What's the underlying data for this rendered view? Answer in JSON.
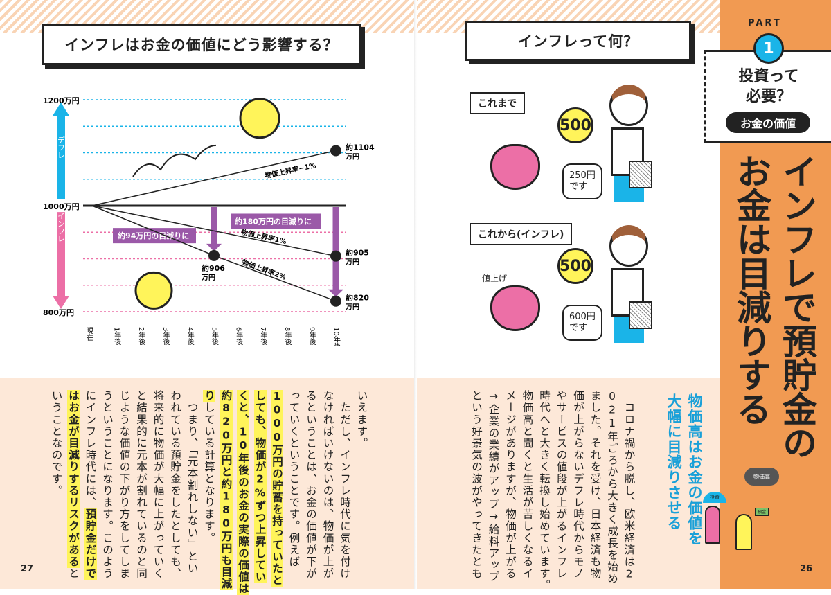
{
  "left_page": {
    "header": "インフレはお金の価値にどう影響する？",
    "page_number": "27",
    "body_columns": [
      [
        {
          "t": "いえます。"
        }
      ],
      [
        {
          "t": "　ただし、インフレ時代に気を付け"
        }
      ],
      [
        {
          "t": "なければいけないのは、物価が上が"
        }
      ],
      [
        {
          "t": "るということは、お金の価値が下が"
        }
      ],
      [
        {
          "t": "っていくということです。例えば"
        }
      ],
      [
        {
          "t": "1000万円の貯蓄を持っていたと",
          "hl": true
        }
      ],
      [
        {
          "t": "しても、物価が2%ずつ上昇してい",
          "hl": true
        }
      ],
      [
        {
          "t": "くと、10年後のお金の実際の価値は",
          "hl": true
        }
      ],
      [
        {
          "t": "約820万円と約180万円も目減",
          "hl": true
        }
      ],
      [
        {
          "t": "り",
          "hl": true
        },
        {
          "t": "している計算となります。"
        }
      ],
      [
        {
          "t": "　つまり、「元本割れしない」とい"
        }
      ],
      [
        {
          "t": "われている預貯金をしたとしても、"
        }
      ],
      [
        {
          "t": "将来的に物価が大幅に上がっていく"
        }
      ],
      [
        {
          "t": "と結果的に元本が割れているのと同"
        }
      ],
      [
        {
          "t": "じような価値の下がり方をしてしま"
        }
      ],
      [
        {
          "t": "うということになります。このよう"
        }
      ],
      [
        {
          "t": "にインフレ時代には、"
        },
        {
          "t": "預貯金だけで",
          "hl": true
        }
      ],
      [
        {
          "t": "はお金が目減りするリスクがある",
          "hl": true
        },
        {
          "t": "と"
        }
      ],
      [
        {
          "t": "いうことなのです。"
        }
      ]
    ]
  },
  "chart_data": {
    "type": "line",
    "ylim": [
      800,
      1200
    ],
    "y_ticks": [
      "1200万円",
      "1000万円",
      "800万円"
    ],
    "x_categories": [
      "現在",
      "1年後",
      "2年後",
      "3年後",
      "4年後",
      "5年後",
      "6年後",
      "7年後",
      "8年後",
      "9年後",
      "10年後"
    ],
    "side_labels": {
      "up": "デフレ",
      "down": "インフレ"
    },
    "series": [
      {
        "name": "物価上昇率−1%",
        "x": [
          0,
          10
        ],
        "y": [
          1000,
          1104
        ],
        "end_label": [
          "約1104",
          "万円"
        ]
      },
      {
        "name": "物価上昇率1%",
        "x": [
          0,
          10
        ],
        "y": [
          1000,
          905
        ],
        "end_label": [
          "約905",
          "万円"
        ]
      },
      {
        "name": "物価上昇率2%",
        "x": [
          0,
          5,
          10
        ],
        "y": [
          1000,
          906,
          820
        ],
        "mid_label": [
          "約906",
          "万円"
        ],
        "end_label": [
          "約820",
          "万円"
        ]
      }
    ],
    "annotations": [
      "約94万円の目減りに",
      "約180万円の目減りに"
    ],
    "colors": {
      "deflation": "#1ab4e8",
      "inflation": "#ec6fa6",
      "reduction": "#9b59a8"
    }
  },
  "right_page": {
    "header": "インフレって何？",
    "page_number": "26",
    "before": {
      "label": "これまで",
      "coin": "500",
      "price": [
        "250円",
        "です"
      ]
    },
    "after": {
      "label": "これから(インフレ)",
      "coin": "500",
      "price": [
        "600円",
        "です"
      ],
      "note": "値上げ"
    },
    "subheading": [
      "物価高はお金の価値を",
      "大幅に目減りさせる"
    ],
    "body_columns": [
      "　コロナ禍から脱し、欧米経済は2",
      "021年ごろから大きく成長を始め",
      "ました。それを受け、日本経済も物",
      "価が上がらないデフレ時代からモノ",
      "やサービスの値段が上がるインフレ",
      "時代へと大きく転換し始めています。",
      "物価高と聞くと生活が苦しくなるイ",
      "メージがありますが、物価が上がる",
      "→企業の業績がアップ→給料アップ",
      "という好景気の波がやってきたとも"
    ],
    "illustration_labels": {
      "cloud": "物価高",
      "umbrella": "投資",
      "flag": "預金"
    }
  },
  "sidebar": {
    "part_label": "PART",
    "part_number": "1",
    "section_title": [
      "投資って",
      "必要？"
    ],
    "category_badge": "お金の価値",
    "title_columns": [
      "インフレで預貯金の",
      "お金は目減りする"
    ],
    "color": "#f19a52"
  }
}
